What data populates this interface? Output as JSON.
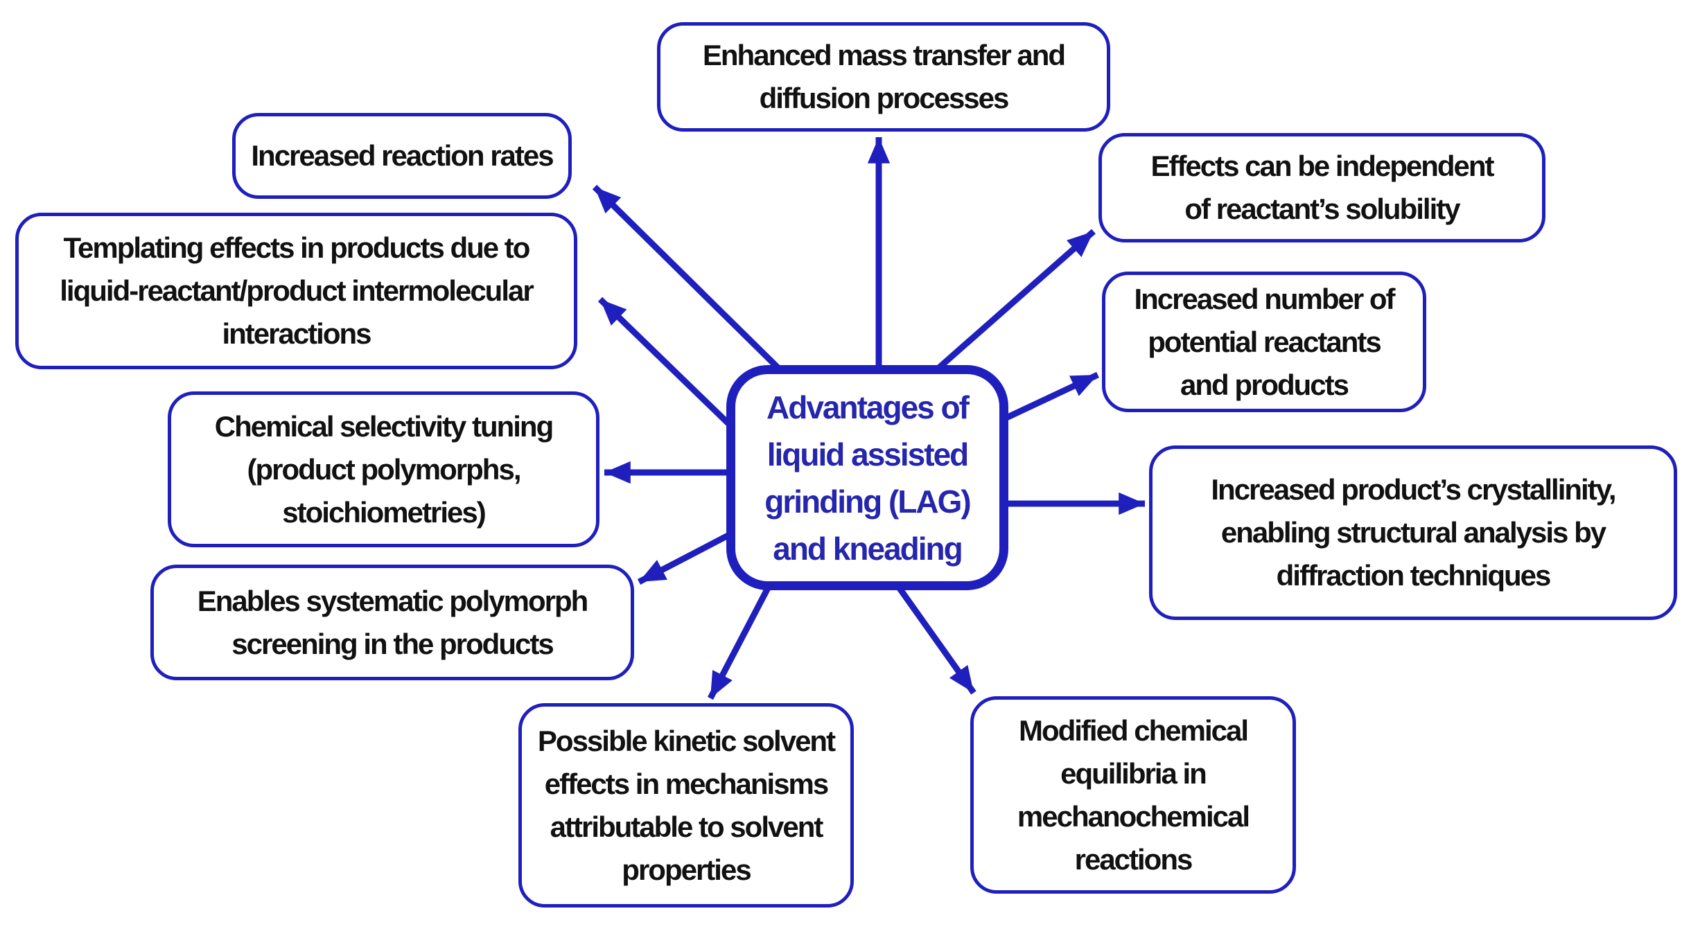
{
  "diagram": {
    "colors": {
      "accent": "#1f1fbe",
      "center_text": "#2525ad",
      "node_text": "#111111",
      "background": "#ffffff"
    },
    "center": {
      "id": "lag-advantages",
      "lines": [
        "Advantages of",
        "liquid assisted",
        "grinding (LAG)",
        "and kneading"
      ]
    },
    "nodes": [
      {
        "id": "enhanced-mass-transfer",
        "lines": [
          "Enhanced mass transfer and",
          "diffusion processes"
        ]
      },
      {
        "id": "increased-reaction-rates",
        "lines": [
          "Increased reaction rates"
        ]
      },
      {
        "id": "templating-effects",
        "lines": [
          "Templating effects in products due to",
          "liquid-reactant/product intermolecular",
          "interactions"
        ]
      },
      {
        "id": "chemical-selectivity",
        "lines": [
          "Chemical selectivity tuning",
          "(product polymorphs,",
          "stoichiometries)"
        ]
      },
      {
        "id": "polymorph-screening",
        "lines": [
          "Enables systematic polymorph",
          "screening in the products"
        ]
      },
      {
        "id": "kinetic-solvent-effects",
        "lines": [
          "Possible kinetic solvent",
          "effects in mechanisms",
          "attributable to solvent",
          "properties"
        ]
      },
      {
        "id": "modified-equilibria",
        "lines": [
          "Modified chemical",
          "equilibria in",
          "mechanochemical",
          "reactions"
        ]
      },
      {
        "id": "increased-crystallinity",
        "lines": [
          "Increased product’s crystallinity,",
          "enabling structural analysis by",
          "diffraction techniques"
        ]
      },
      {
        "id": "more-reactants-products",
        "lines": [
          "Increased number of",
          "potential reactants",
          "and products"
        ]
      },
      {
        "id": "solubility-independent",
        "lines": [
          "Effects can be independent",
          "of reactant’s solubility"
        ]
      }
    ]
  }
}
